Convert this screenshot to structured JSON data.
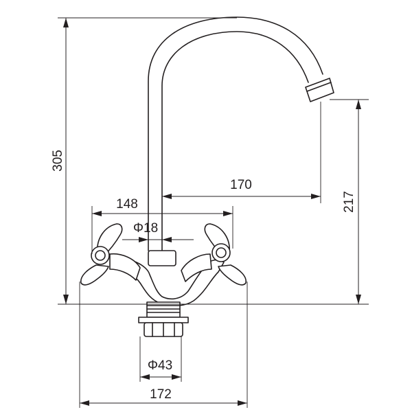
{
  "drawing": {
    "subject": "faucet-technical-drawing",
    "dimensions": {
      "total_height": "305",
      "spout_height": "217",
      "spout_reach": "170",
      "handle_span": "148",
      "spout_diameter": "Φ18",
      "thread_diameter": "Φ43",
      "overall_width": "172"
    }
  }
}
